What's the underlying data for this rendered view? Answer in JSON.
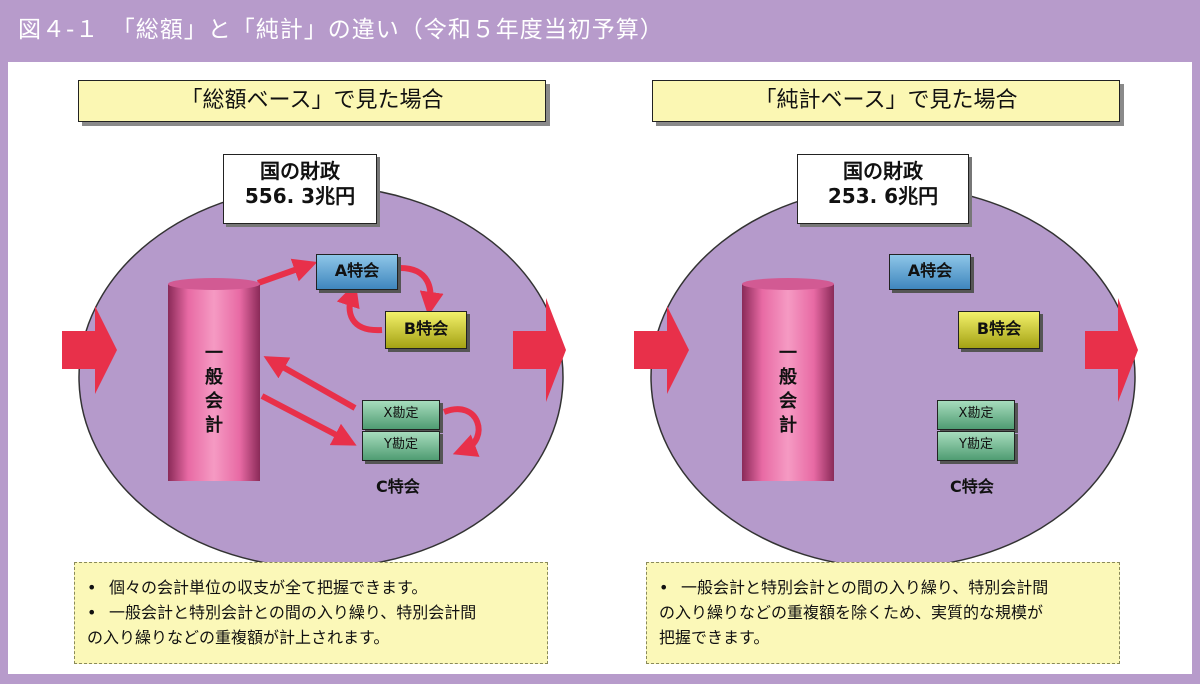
{
  "title": "図４-１　「総額」と「純計」の違い（令和５年度当初予算）",
  "gross": {
    "banner": "「総額ベース」で見た場合",
    "finance_title": "国の財政",
    "finance_amount": "556. 3兆円",
    "general_account": "一般会計",
    "a_account": "A特会",
    "b_account": "B特会",
    "x_account": "X勘定",
    "y_account": "Y勘定",
    "c_account": "C特会",
    "notes": [
      [
        "•",
        "個々の会計単位の収支が全て把握できます。"
      ],
      [
        "•",
        "一般会計と特別会計との間の入り繰り、特別会計間"
      ],
      [
        "",
        "の入り繰りなどの重複額が計上されます。"
      ]
    ]
  },
  "net": {
    "banner": "「純計ベース」で見た場合",
    "finance_title": "国の財政",
    "finance_amount": "253. 6兆円",
    "general_account": "一般会計",
    "a_account": "A特会",
    "b_account": "B特会",
    "x_account": "X勘定",
    "y_account": "Y勘定",
    "c_account": "C特会",
    "notes": [
      [
        "•",
        "一般会計と特別会計との間の入り繰り、特別会計間"
      ],
      [
        "",
        "の入り繰りなどの重複額を除くため、実質的な規模が"
      ],
      [
        "",
        "把握できます。"
      ]
    ]
  },
  "colors": {
    "background": "#b79bcb",
    "ellipse": "#b59acb",
    "arrow": "#e8304a"
  }
}
